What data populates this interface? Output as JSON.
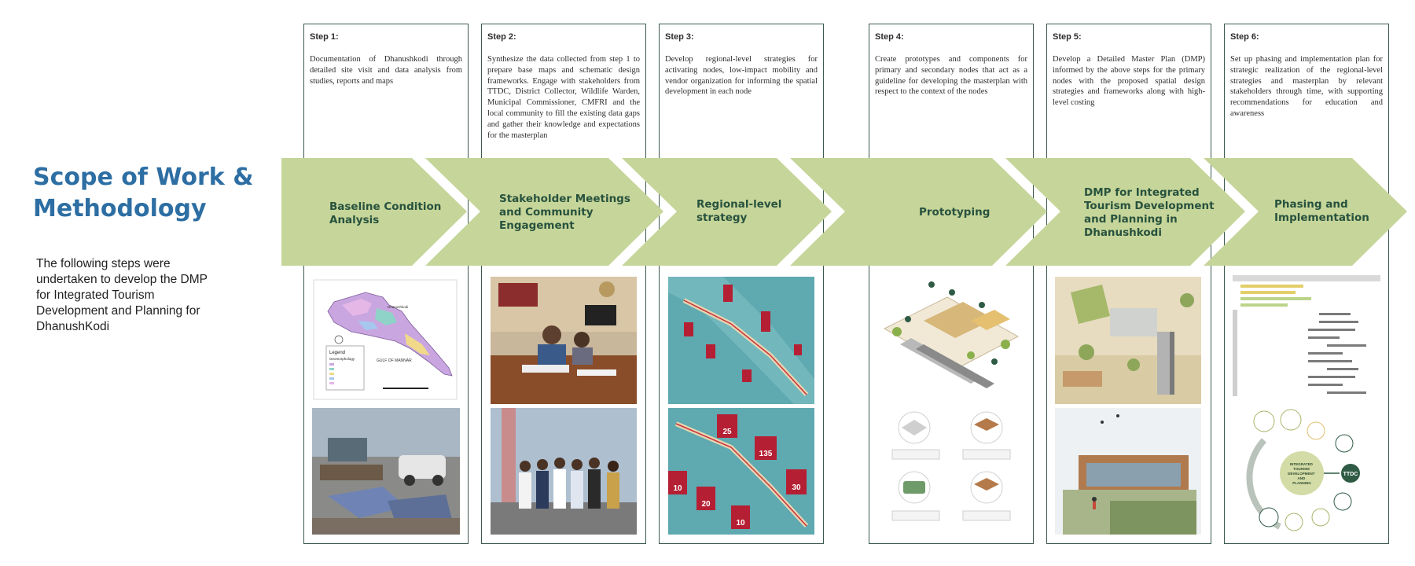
{
  "header": {
    "title_line1": "Scope of Work &",
    "title_line2": "Methodology",
    "intro": "The following steps were undertaken to develop the DMP for Integrated Tourism Development and Planning for DhanushKodi"
  },
  "steps": [
    {
      "label": "Step 1:",
      "description": "Documentation of Dhanushkodi through detailed site visit and data analysis from studies, reports and maps",
      "phase_lines": [
        "Baseline Condition",
        "Analysis"
      ]
    },
    {
      "label": "Step 2:",
      "description": "Synthesize the data collected from step 1 to prepare base maps and schematic design frameworks. Engage with stakeholders from TTDC, District Collector, Wildlife Warden, Municipal Commissioner, CMFRI and the local community to fill the existing data gaps and gather their knowledge and expectations for the masterplan",
      "phase_lines": [
        "Stakeholder Meetings",
        "and Community",
        "Engagement"
      ]
    },
    {
      "label": "Step 3:",
      "description": "Develop regional-level strategies for activating nodes, low-impact mobility and vendor organization for informing the spatial development in each node",
      "phase_lines": [
        "Regional-level",
        "strategy"
      ]
    },
    {
      "label": "Step 4:",
      "description": "Create prototypes and components for primary and secondary nodes that act as a guideline for developing the masterplan with respect to the context of the nodes",
      "phase_lines": [
        "Prototyping"
      ]
    },
    {
      "label": "Step 5:",
      "description": "Develop a Detailed Master Plan (DMP) informed by the above steps for the primary nodes with the proposed spatial design strategies and frameworks along with high-level costing",
      "phase_lines": [
        "DMP for Integrated",
        "Tourism Development",
        "and Planning in",
        "Dhanushkodi"
      ]
    },
    {
      "label": "Step 6:",
      "description": "Set up phasing and implementation plan for strategic realization of the regional-level strategies and masterplan by relevant stakeholders through time, with supporting recommendations for education and awareness",
      "phase_lines": [
        "Phasing and",
        "Implementation"
      ]
    }
  ],
  "images": {
    "map_legend_title": "Legend",
    "map_legend_item": "Geomorphology",
    "map_label_sea": "GULF OF MANNAR",
    "map_label_place": "Dhanushkodi",
    "strategy_numbers": [
      "25",
      "135",
      "10",
      "20",
      "10",
      "30"
    ],
    "stakeholder_center_lines": [
      "INTEGRATED",
      "TOURISM",
      "DEVELOPMENT",
      "AND",
      "PLANNING"
    ],
    "stakeholder_ttdc": "TTDC"
  },
  "colors": {
    "title_blue": "#2d6ea3",
    "band_green": "#c6d599",
    "phase_text": "#27523e",
    "card_border": "#3d5a4e"
  }
}
